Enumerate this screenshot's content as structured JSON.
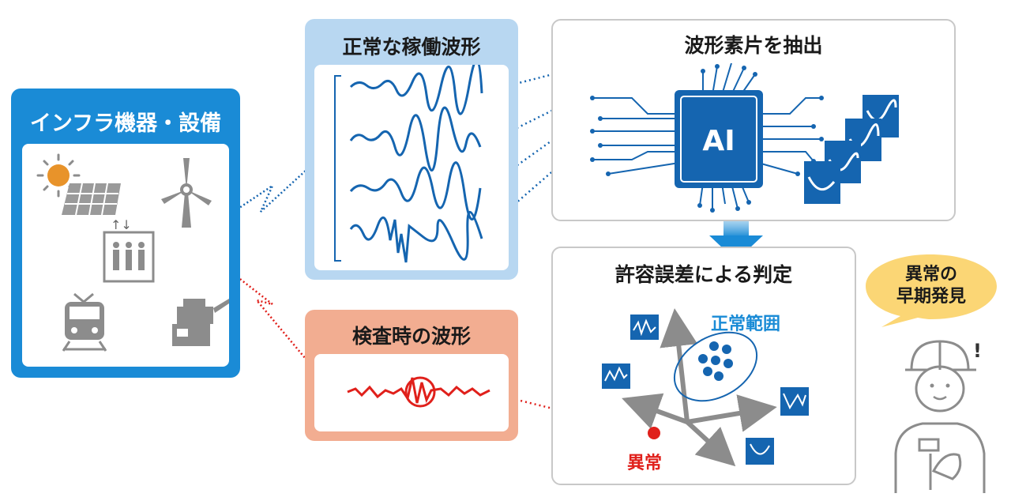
{
  "infra": {
    "title": "インフラ機器・設備"
  },
  "normal": {
    "title": "正常な稼働波形"
  },
  "inspect": {
    "title": "検査時の波形"
  },
  "extract": {
    "title": "波形素片を抽出",
    "chip_label": "AI"
  },
  "judge": {
    "title": "許容誤差による判定",
    "normal_range_label": "正常範囲",
    "anomaly_label": "異常"
  },
  "bubble": {
    "line1": "異常の",
    "line2": "早期発見"
  },
  "colors": {
    "blue": "#1a8bd6",
    "dark_blue": "#1565b0",
    "red": "#e0201b",
    "light_blue": "#b8d7f1",
    "salmon": "#f2ad91",
    "gray": "#8c8c8c",
    "bubble": "#fbd675"
  },
  "icons": [
    "sun-icon",
    "solar-panel-icon",
    "wind-turbine-icon",
    "elevator-icon",
    "train-icon",
    "machine-icon",
    "ai-chip-icon",
    "waveform-segment-icon",
    "worker-icon"
  ]
}
